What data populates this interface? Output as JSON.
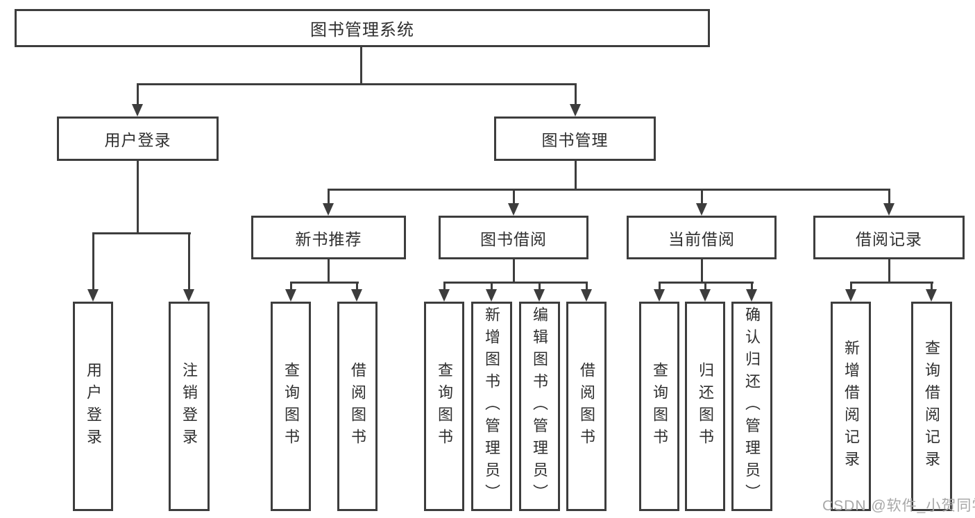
{
  "root": {
    "label": "图书管理系统"
  },
  "level2": {
    "user_login": "用户登录",
    "book_mgmt": "图书管理"
  },
  "level3": {
    "new_book": "新书推荐",
    "book_borrow": "图书借阅",
    "current_borrow": "当前借阅",
    "borrow_record": "借阅记录"
  },
  "leaves": {
    "user_login_1": "用户登录",
    "user_login_2": "注销登录",
    "new_book_1": "查询图书",
    "new_book_2": "借阅图书",
    "book_borrow_1": "查询图书",
    "book_borrow_2": "新增图书（管理员）",
    "book_borrow_3": "编辑图书（管理员）",
    "book_borrow_4": "借阅图书",
    "current_borrow_1": "查询图书",
    "current_borrow_2": "归还图书",
    "current_borrow_3": "确认归还（管理员）",
    "borrow_record_1": "新增借阅记录",
    "borrow_record_2": "查询借阅记录"
  },
  "watermark": {
    "text": "CSDN @软件_小贺同学"
  },
  "colors": {
    "line": "#3d3d3d",
    "box_border": "#3d3d3d",
    "text": "#2f2f2f",
    "background": "#ffffff",
    "watermark": "#a8a8a8"
  }
}
